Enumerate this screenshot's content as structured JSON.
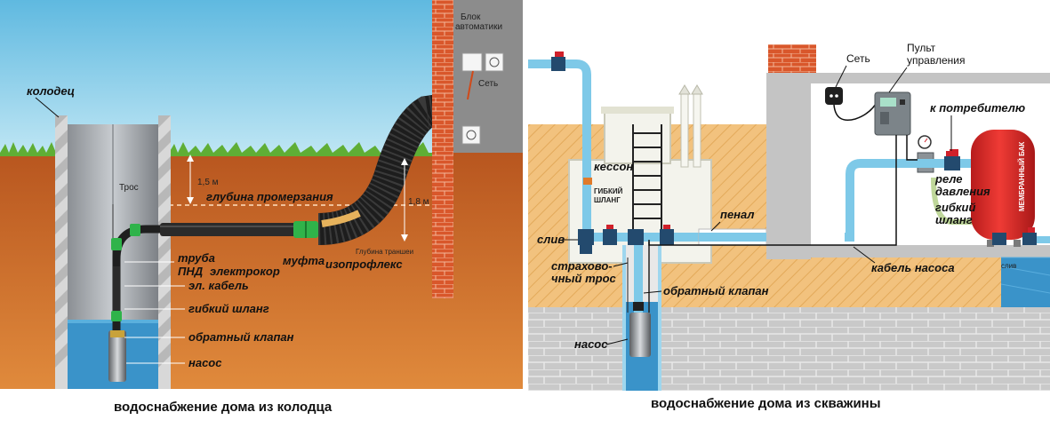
{
  "left_panel": {
    "caption": "водоснабжение дома из колодца",
    "labels": {
      "well": "колодец",
      "rope": "Трос",
      "freeze_depth": "глубина промерзания",
      "depth_1_5": "1,5 м",
      "depth_1_8": "1,8 м",
      "trench_depth": "Глубина траншеи",
      "pipe_pnd_1": "труба",
      "pipe_pnd_2": "ПНД",
      "electrocorr": "электрокор",
      "coupling": "муфта",
      "isoproflex": "изопрофлекс",
      "el_cable": "эл. кабель",
      "flex_hose": "гибкий шланг",
      "check_valve": "обратный клапан",
      "pump": "насос",
      "automation_1": "Блок",
      "automation_2": "автоматики",
      "mains": "Сеть"
    }
  },
  "right_panel": {
    "caption": "водоснабжение дома из скважины",
    "labels": {
      "mains": "Сеть",
      "control_panel_1": "Пульт",
      "control_panel_2": "управления",
      "to_consumer": "к потребителю",
      "caisson": "кессон",
      "flex_hose_small_1": "ГИБКИЙ",
      "flex_hose_small_2": "ШЛАНГ",
      "pressure_relay_1": "реле",
      "pressure_relay_2": "давления",
      "flex_hose_1": "гибкий",
      "flex_hose_2": "шланг",
      "tank": "МЕМБРАННЫЙ БАК",
      "penal": "пенал",
      "drain": "слив",
      "safety_rope_1": "страхово-",
      "safety_rope_2": "чный трос",
      "pump_cable": "кабель насоса",
      "drain_small": "слив",
      "check_valve": "обратный клапан",
      "pump": "насос"
    }
  },
  "colors": {
    "sky": "#8fd0ea",
    "soil": "#cf6a2a",
    "grass": "#5fae35",
    "brick": "#d9572b",
    "water": "#3a93c9",
    "pipe_light": "#7ec9e8",
    "fitting_green": "#2fb34a",
    "tank_red": "#e0302c",
    "valve_red": "#d0202a"
  }
}
